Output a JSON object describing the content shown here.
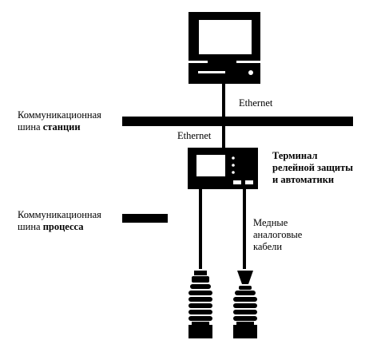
{
  "labels": {
    "ethernet_top": "Ethernet",
    "ethernet_bottom": "Ethernet",
    "station_bus_line1": "Коммуникационная",
    "station_bus_line2_prefix": "шина ",
    "station_bus_line2_bold": "станции",
    "terminal_line1": "Терминал",
    "terminal_line2": "релейной защиты",
    "terminal_line3": "и автоматики",
    "process_bus_line1": "Коммуникационная",
    "process_bus_line2_prefix": "шина ",
    "process_bus_line2_bold": "процесса",
    "cables_line1": "Медные",
    "cables_line2": "аналоговые",
    "cables_line3": "кабели"
  },
  "icons": {
    "computer": "desktop-computer-icon",
    "terminal": "relay-protection-terminal-icon",
    "sensor_left": "current-transformer-icon",
    "sensor_right": "voltage-transformer-icon"
  },
  "colors": {
    "ink": "#000000",
    "paper": "#ffffff"
  }
}
